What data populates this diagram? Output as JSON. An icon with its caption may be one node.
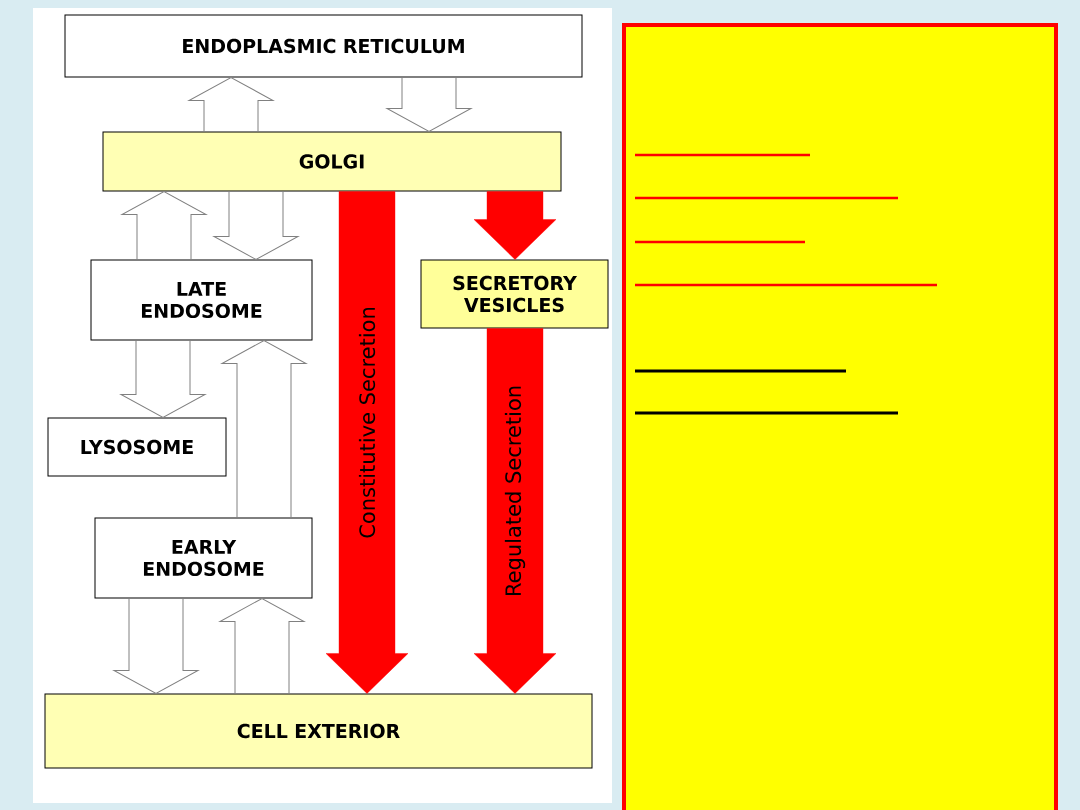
{
  "diagram": {
    "nodes": [
      {
        "text": [
          "ENDOPLASMIC RETICULUM"
        ]
      },
      {
        "text": [
          "GOLGI"
        ]
      },
      {
        "text": [
          "LATE ENDOSOME"
        ]
      },
      {
        "text": [
          "SECRETORY VESICLES"
        ]
      },
      {
        "text": [
          "LYSOSOME"
        ]
      },
      {
        "text": [
          "EARLY ENDOSOME"
        ]
      },
      {
        "text": [
          "CELL EXTERIOR"
        ]
      }
    ],
    "edges": [
      {
        "from": 1,
        "to": 0,
        "arrow": "to"
      },
      {
        "from": 0,
        "to": 1,
        "arrow": "to"
      },
      {
        "from": 2,
        "to": 1,
        "arrow": "to"
      },
      {
        "from": 1,
        "to": 2,
        "arrow": "to"
      },
      {
        "from": 1,
        "to": 6,
        "arrow": "to",
        "label": "Constitutive Secretion",
        "style": "thick",
        "color": "#ff0000"
      },
      {
        "from": 1,
        "to": 3,
        "arrow": "to",
        "style": "thick",
        "color": "#ff0000"
      },
      {
        "from": 2,
        "to": 4,
        "arrow": "to"
      },
      {
        "from": 5,
        "to": 2,
        "arrow": "to"
      },
      {
        "from": 3,
        "to": 6,
        "arrow": "to",
        "label": "Regulated Secretion",
        "style": "thick",
        "color": "#ff0000"
      },
      {
        "from": 5,
        "to": 6,
        "arrow": "to"
      },
      {
        "from": 6,
        "to": 5,
        "arrow": "to"
      }
    ]
  }
}
